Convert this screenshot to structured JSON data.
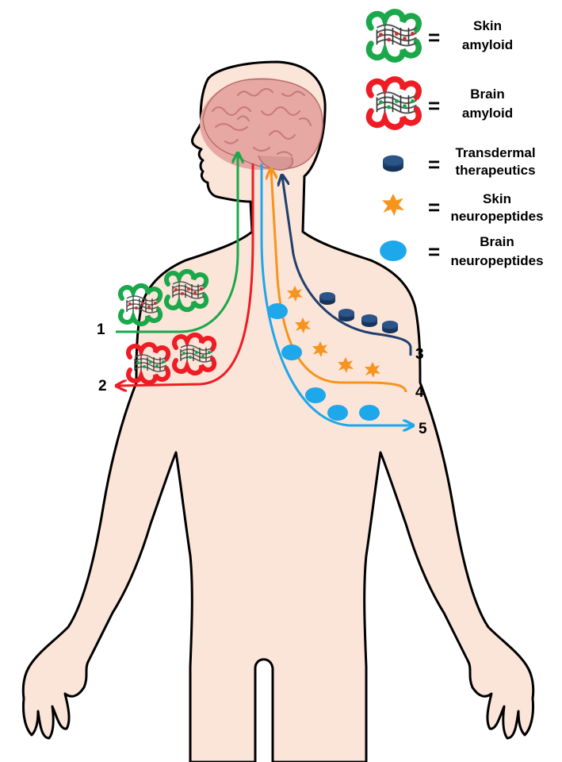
{
  "colors": {
    "skin": "#fbe4d8",
    "outline": "#000000",
    "brain": "#e7a8a4",
    "brain_fold": "#c97c78",
    "green": "#1aa84b",
    "red": "#ee1c24",
    "navy": "#1f3f6e",
    "orange": "#f7941d",
    "blue": "#1ea7ea"
  },
  "legend": {
    "equals": "=",
    "items": [
      {
        "line1": "Skin",
        "line2": "amyloid",
        "icon": "skin-amyloid-icon",
        "color": "#1aa84b"
      },
      {
        "line1": "Brain",
        "line2": "amyloid",
        "icon": "brain-amyloid-icon",
        "color": "#ee1c24"
      },
      {
        "line1": "Transdermal",
        "line2": "therapeutics",
        "icon": "transdermal-therapeutic-icon",
        "color": "#1f3f6e"
      },
      {
        "line1": "Skin",
        "line2": "neuropeptides",
        "icon": "skin-neuropeptide-icon",
        "color": "#f7941d"
      },
      {
        "line1": "Brain",
        "line2": "neuropeptides",
        "icon": "brain-neuropeptide-icon",
        "color": "#1ea7ea"
      }
    ]
  },
  "pathways": [
    {
      "number": "1",
      "color": "#1aa84b",
      "cargo": "skin-amyloid-icon",
      "direction": "skin to brain"
    },
    {
      "number": "2",
      "color": "#ee1c24",
      "cargo": "brain-amyloid-icon",
      "direction": "brain to skin"
    },
    {
      "number": "3",
      "color": "#1f3f6e",
      "cargo": "transdermal-therapeutic-icon",
      "direction": "skin to brain"
    },
    {
      "number": "4",
      "color": "#f7941d",
      "cargo": "skin-neuropeptide-icon",
      "direction": "skin to brain"
    },
    {
      "number": "5",
      "color": "#1ea7ea",
      "cargo": "brain-neuropeptide-icon",
      "direction": "brain to skin"
    }
  ]
}
